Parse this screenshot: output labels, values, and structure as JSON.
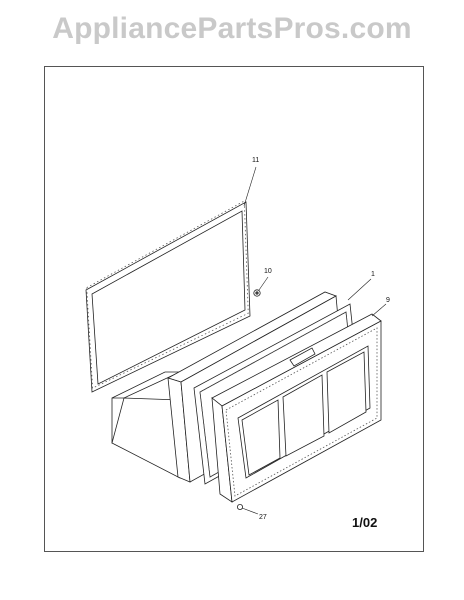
{
  "watermark": "AppliancePartsPros.com",
  "diagram": {
    "page_code": "1/02",
    "callouts": [
      {
        "id": "11",
        "label": "11"
      },
      {
        "id": "10",
        "label": "10"
      },
      {
        "id": "1",
        "label": "1"
      },
      {
        "id": "9",
        "label": "9"
      },
      {
        "id": "27",
        "label": "27"
      }
    ]
  }
}
